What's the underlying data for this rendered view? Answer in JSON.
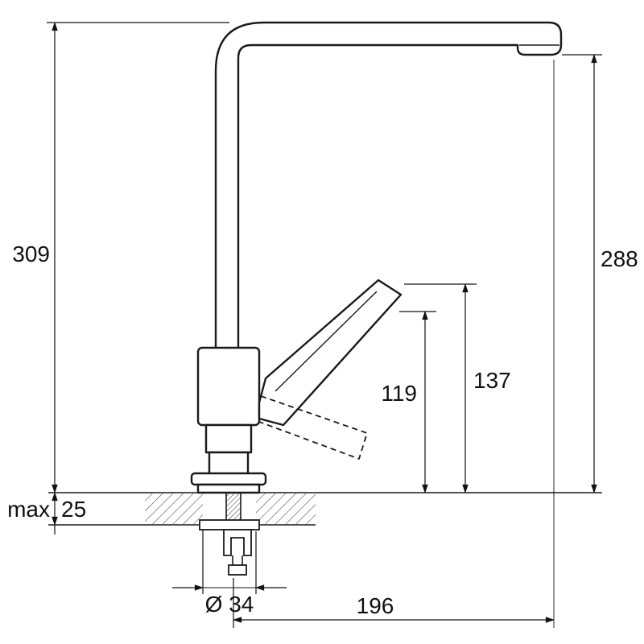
{
  "dims": {
    "total_height": "309",
    "outlet_height": "288",
    "handle_max_height": "137",
    "handle_min_height": "119",
    "deck_max": "max",
    "deck_thickness": "25",
    "hole_diameter": "Ø 34",
    "reach": "196"
  }
}
